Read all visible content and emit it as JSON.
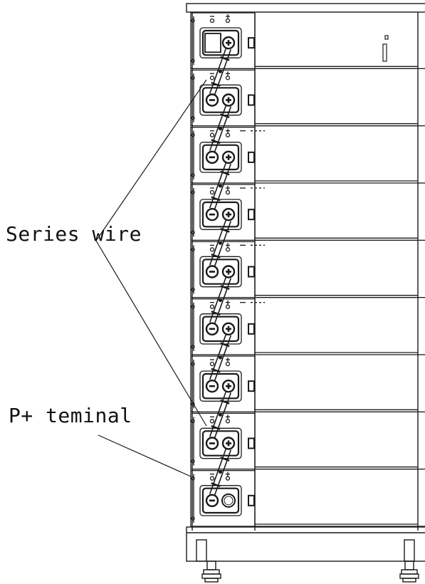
{
  "callouts": {
    "series_wire": "Series wire",
    "p_plus_terminal": "P+ teminal"
  },
  "rack": {
    "module_count": 9,
    "bus_cable_count": 8
  },
  "colors": {
    "line": "#1a1a1a",
    "background": "#ffffff"
  }
}
